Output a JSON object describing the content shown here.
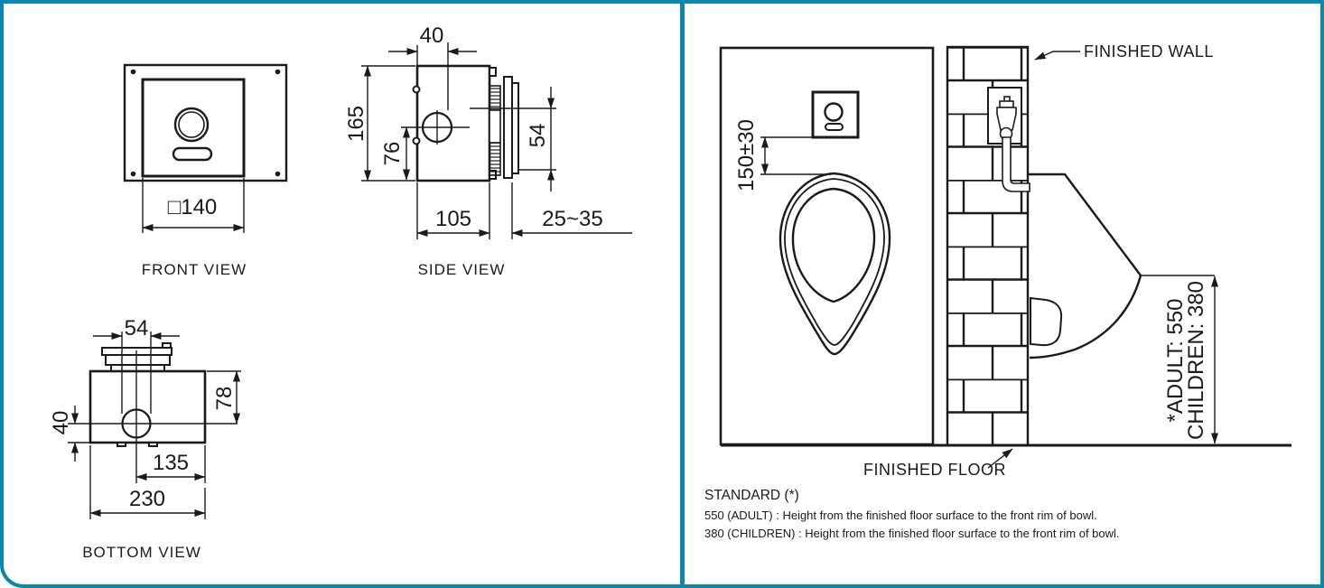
{
  "colors": {
    "accent": "#0a87a9",
    "line": "#1a1a1a"
  },
  "left": {
    "front": {
      "label": "FRONT VIEW",
      "dim_width": "□140"
    },
    "side": {
      "label": "SIDE VIEW",
      "d40": "40",
      "d165": "165",
      "d76": "76",
      "d54": "54",
      "d105": "105",
      "d2535": "25~35"
    },
    "bottom": {
      "label": "BOTTOM VIEW",
      "d54": "54",
      "d78": "78",
      "d40": "40",
      "d135": "135",
      "d230": "230"
    }
  },
  "right": {
    "finished_wall": "FINISHED WALL",
    "finished_floor": "FINISHED FLOOR",
    "sensor_height": "150±30",
    "adult": "*ADULT: 550",
    "children": "CHILDREN: 380",
    "standard_title": "STANDARD (*)",
    "note_adult": "550 (ADULT) : Height from the finished floor surface to the front rim of bowl.",
    "note_children": "380 (CHILDREN) : Height from the finished floor surface to the front rim of bowl."
  }
}
